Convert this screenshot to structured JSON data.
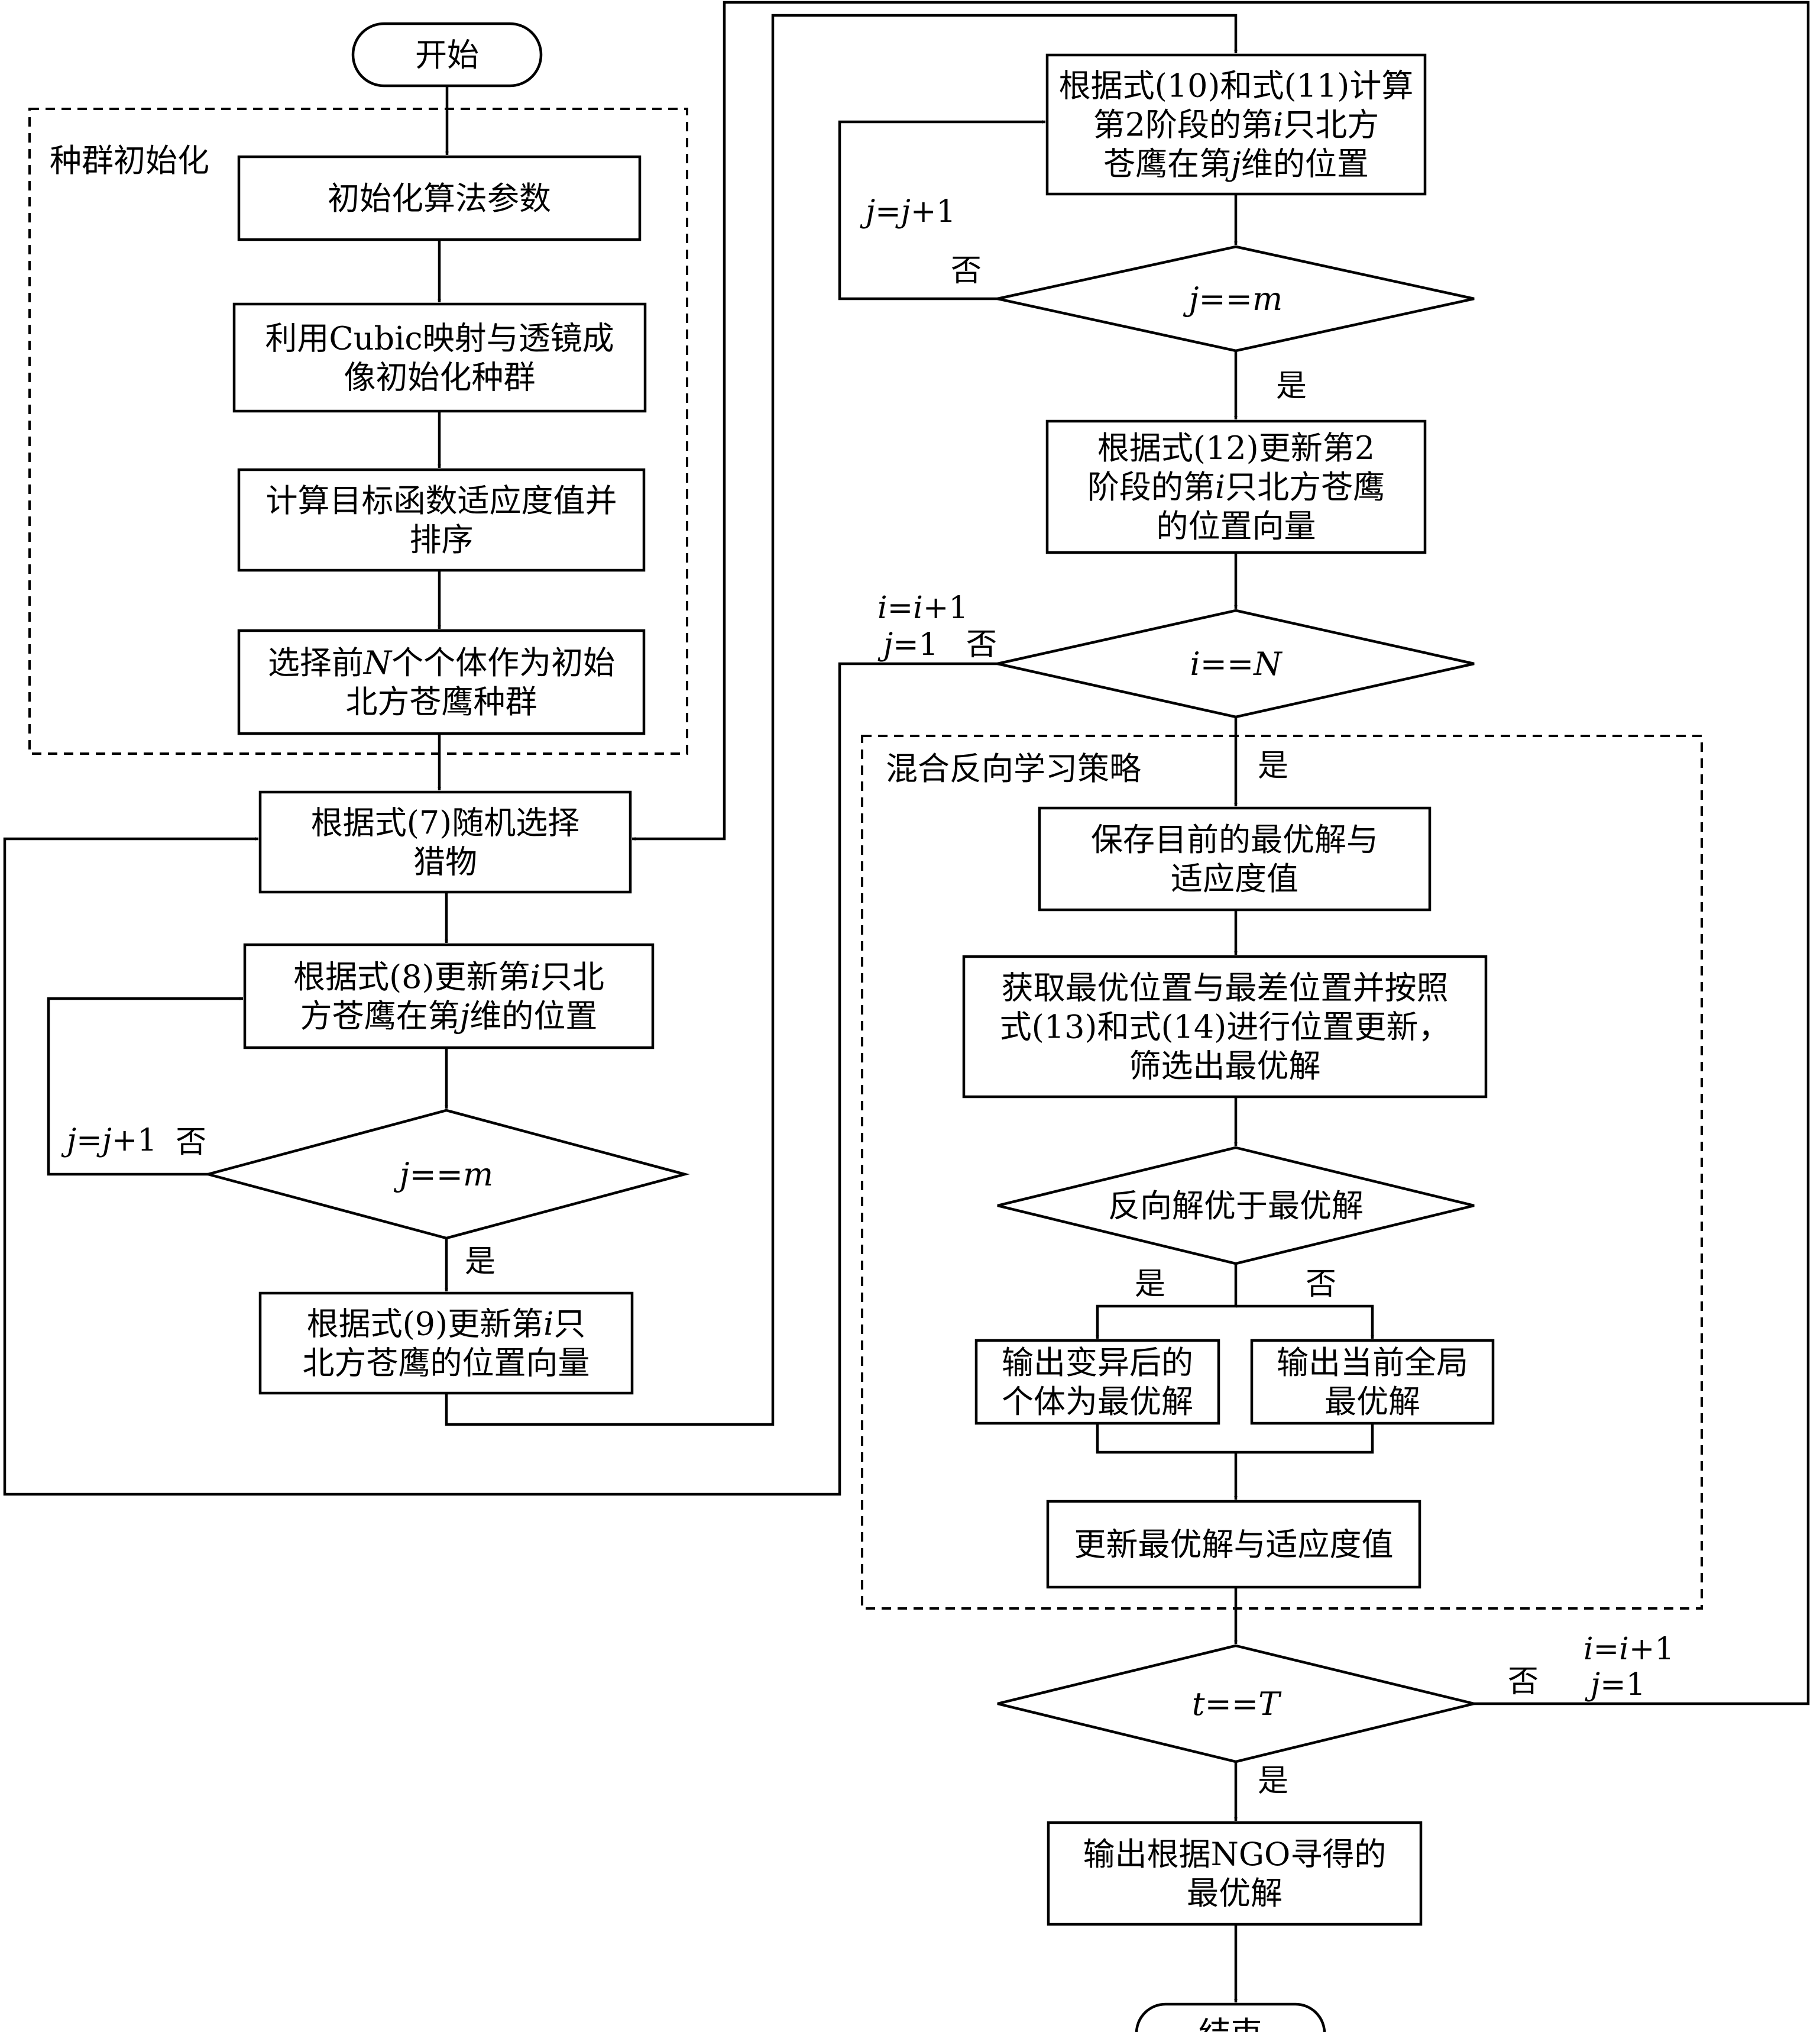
{
  "groups": {
    "init": "种群初始化",
    "hybrid": "混合反向学习策略"
  },
  "nodes": {
    "start": [
      "开始"
    ],
    "init_params": [
      "初始化算法参数"
    ],
    "cubic_init": [
      "利用Cubic映射与透镜成",
      "像初始化种群"
    ],
    "calc_fitness": [
      "计算目标函数适应度值并",
      "排序"
    ],
    "select_n": [
      [
        "选择前",
        [
          "N"
        ],
        "个个体作为初始"
      ],
      "北方苍鹰种群"
    ],
    "select_prey": [
      "根据式(7)随机选择",
      "猎物"
    ],
    "update_phase1_dim": [
      [
        "根据式(8)更新第",
        [
          "i"
        ],
        "只北"
      ],
      [
        "方苍鹰在第",
        [
          "j"
        ],
        "维的位置"
      ]
    ],
    "check_j1": [
      [
        [
          "j"
        ],
        "==",
        [
          "m"
        ]
      ]
    ],
    "update_phase1_vec": [
      [
        "根据式(9)更新第",
        [
          "i"
        ],
        "只"
      ],
      "北方苍鹰的位置向量"
    ],
    "update_phase2_dim": [
      "根据式(10)和式(11)计算",
      [
        "第2阶段的第",
        [
          "i"
        ],
        "只北方"
      ],
      [
        "苍鹰在第",
        [
          "j"
        ],
        "维的位置"
      ]
    ],
    "check_j2": [
      [
        [
          "j"
        ],
        "==",
        [
          "m"
        ]
      ]
    ],
    "update_phase2_vec": [
      "根据式(12)更新第2",
      [
        "阶段的第",
        [
          "i"
        ],
        "只北方苍鹰"
      ],
      "的位置向量"
    ],
    "check_i": [
      [
        [
          "i"
        ],
        "==",
        [
          "N"
        ]
      ]
    ],
    "save_best": [
      "保存目前的最优解与",
      "适应度值"
    ],
    "get_positions": [
      "获取最优位置与最差位置并按照",
      "式(13)和式(14)进行位置更新，",
      "筛选出最优解"
    ],
    "check_reverse": [
      "反向解优于最优解"
    ],
    "output_mutated": [
      "输出变异后的",
      "个体为最优解"
    ],
    "output_global": [
      "输出当前全局",
      "最优解"
    ],
    "update_best": [
      "更新最优解与适应度值"
    ],
    "check_t": [
      [
        [
          "t"
        ],
        "==",
        [
          "T"
        ]
      ]
    ],
    "output_ngo": [
      "输出根据NGO寻得的",
      "最优解"
    ],
    "end": [
      "结束"
    ]
  },
  "edge_labels": {
    "j1_loop": [
      [
        "j"
      ],
      "=",
      [
        "j"
      ],
      "+1"
    ],
    "j1_no": "否",
    "j1_yes": "是",
    "j2_loop": [
      [
        "j"
      ],
      "=",
      [
        "j"
      ],
      "+1"
    ],
    "j2_no": "否",
    "j2_yes": "是",
    "i_loop_a": [
      [
        "i"
      ],
      "=",
      [
        "i"
      ],
      "+1"
    ],
    "i_loop_b": [
      [
        "j"
      ],
      "=1"
    ],
    "i_no": "否",
    "i_yes": "是",
    "reverse_yes": "是",
    "reverse_no": "否",
    "t_loop_a": [
      [
        "i"
      ],
      "=",
      [
        "i"
      ],
      "+1"
    ],
    "t_loop_b": [
      [
        "j"
      ],
      "=1"
    ],
    "t_no": "否",
    "t_yes": "是"
  }
}
